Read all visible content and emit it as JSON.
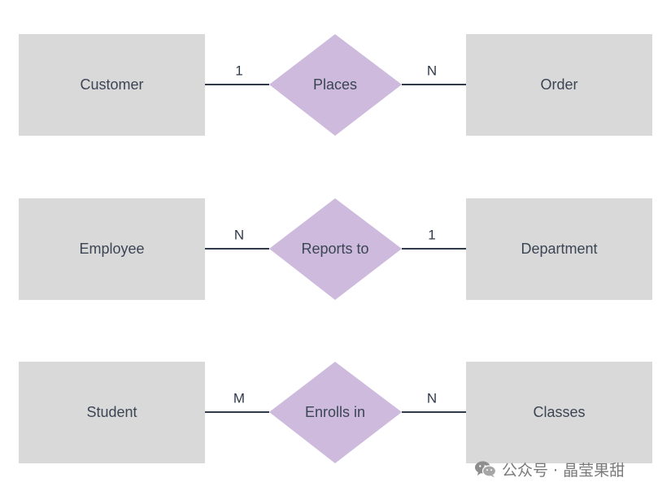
{
  "rows": [
    {
      "left_entity": "Customer",
      "relationship": "Places",
      "right_entity": "Order",
      "left_cardinality": "1",
      "right_cardinality": "N"
    },
    {
      "left_entity": "Employee",
      "relationship": "Reports to",
      "right_entity": "Department",
      "left_cardinality": "N",
      "right_cardinality": "1"
    },
    {
      "left_entity": "Student",
      "relationship": "Enrolls in",
      "right_entity": "Classes",
      "left_cardinality": "M",
      "right_cardinality": "N"
    }
  ],
  "watermark": {
    "text": "公众号 · 晶莹果甜",
    "icon": "wechat-icon"
  },
  "colors": {
    "entity_fill": "#d9d9d9",
    "relationship_fill": "#cdbadd",
    "connector": "#2f3a4a",
    "text": "#3b4554"
  }
}
